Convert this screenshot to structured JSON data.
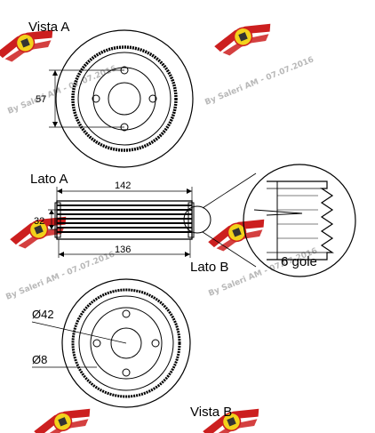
{
  "labels": {
    "vista_a": "Vista A",
    "lato_a": "Lato A",
    "lato_b": "Lato B",
    "vista_b": "Vista B",
    "grooves": "6 gole"
  },
  "dimensions": {
    "width_outer": "142",
    "width_inner": "136",
    "height": "32",
    "hub_a": "57",
    "bore_b": "Ø42",
    "hole_b": "Ø8"
  },
  "watermark": {
    "text": "By Saleri AM - 07.07.2016"
  },
  "colors": {
    "line": "#000000",
    "logo_red": "#cc1f1f",
    "logo_yellow": "#f2d21b",
    "watermark": "#b8b8b8"
  }
}
